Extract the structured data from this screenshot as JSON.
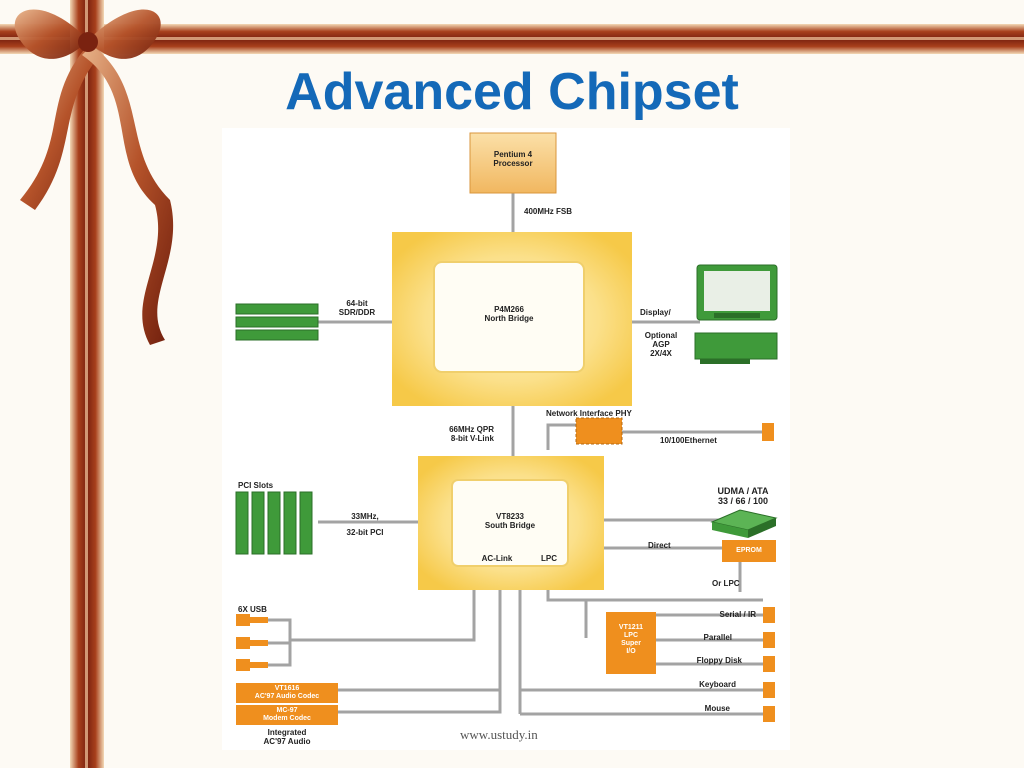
{
  "slide": {
    "title": "Advanced Chipset",
    "footer": "www.ustudy.in"
  },
  "diagram": {
    "cpu": {
      "line1": "Pentium 4",
      "line2": "Processor"
    },
    "fsb": "400MHz FSB",
    "north_bridge": {
      "line1": "P4M266",
      "line2": "North Bridge"
    },
    "memory": {
      "line1": "64-bit",
      "line2": "SDR/DDR"
    },
    "display": "Display/",
    "agp": {
      "line1": "Optional",
      "line2": "AGP",
      "line3": "2X/4X"
    },
    "vlink": {
      "line1": "66MHz QPR",
      "line2": "8-bit V-Link"
    },
    "nic": "Network Interface PHY",
    "ethernet": "10/100Ethernet",
    "south_bridge": {
      "line1": "VT8233",
      "line2": "South Bridge",
      "ac_link": "AC-Link",
      "lpc": "LPC"
    },
    "pci": {
      "title": "PCI Slots",
      "line1": "33MHz,",
      "line2": "32-bit PCI"
    },
    "udma": {
      "line1": "UDMA / ATA",
      "line2": "33 / 66 / 100"
    },
    "direct": "Direct",
    "eprom": "EPROM",
    "or_lpc": "Or LPC",
    "usb": "6X USB",
    "audio_codec": {
      "line1": "VT1616",
      "line2": "AC'97 Audio Codec"
    },
    "modem_codec": {
      "line1": "MC-97",
      "line2": "Modem Codec"
    },
    "integrated": {
      "line1": "Integrated",
      "line2": "AC'97 Audio"
    },
    "superio": {
      "line1": "VT1211",
      "line2": "LPC",
      "line3": "Super",
      "line4": "I/O"
    },
    "io_ports": [
      "Serial / IR",
      "Parallel",
      "Floppy Disk",
      "Keyboard",
      "Mouse"
    ]
  },
  "colors": {
    "title": "#1469b8",
    "ribbon": "#8a2a12",
    "chip_glow": "#f9d46a",
    "orange": "#ef8f1e",
    "green": "#3f9a3a",
    "bus": "#9a9a9a"
  }
}
